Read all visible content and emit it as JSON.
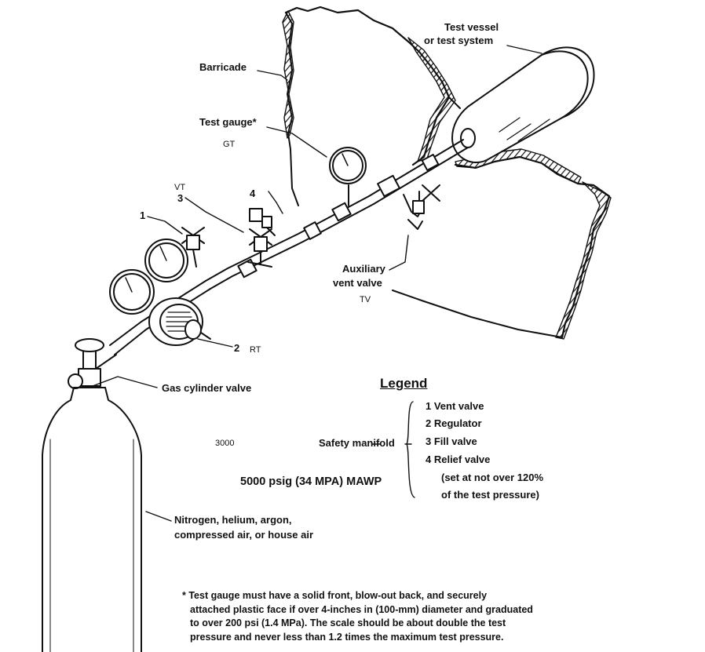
{
  "labels": {
    "test_vessel_line1": "Test vessel",
    "test_vessel_line2": "or test system",
    "barricade": "Barricade",
    "test_gauge": "Test gauge*",
    "gt": "GT",
    "vt": "VT",
    "num3": "3",
    "num4": "4",
    "num1": "1",
    "num2": "2",
    "rt": "RT",
    "aux_line1": "Auxiliary",
    "aux_line2": "vent valve",
    "tv": "TV",
    "gas_cylinder_valve": "Gas cylinder valve",
    "gas_line1": "Nitrogen, helium, argon,",
    "gas_line2": "compressed air, or house air",
    "num3000": "3000",
    "safety_manifold": "Safety manifold",
    "mawp": "5000 psig (34 MPA) MAWP"
  },
  "legend": {
    "title": "Legend",
    "items": [
      "1  Vent valve",
      "2  Regulator",
      "3  Fill valve",
      "4  Relief valve",
      "(set at not over 120%",
      "of the test pressure)"
    ]
  },
  "footnote": {
    "lines": [
      "* Test gauge must have a solid front, blow-out back, and securely",
      "attached plastic face if over 4-inches in (100-mm) diameter and graduated",
      "to over 200 psi (1.4 MPa).  The scale should be about double the test",
      "pressure and never less than 1.2 times the maximum test pressure."
    ]
  }
}
